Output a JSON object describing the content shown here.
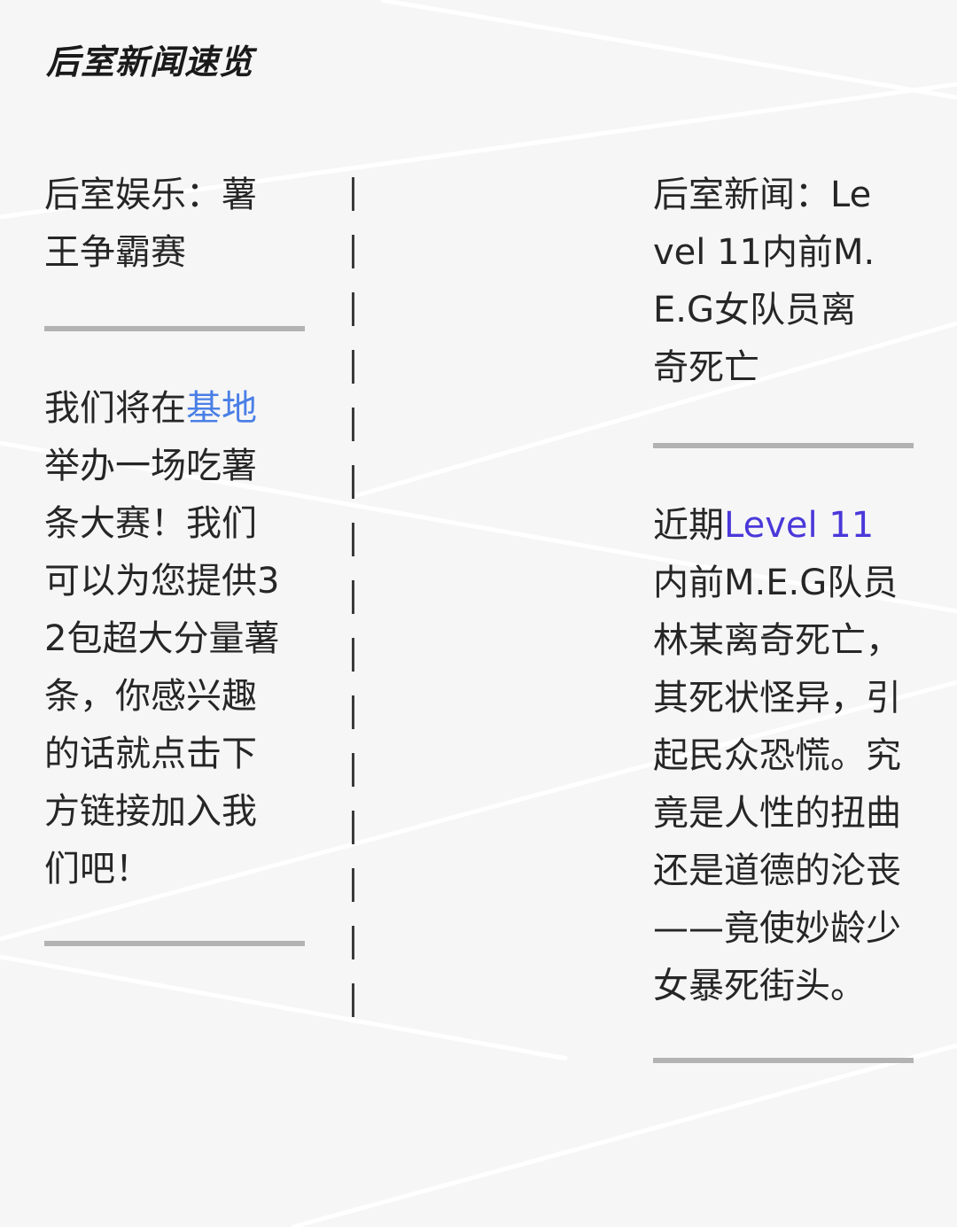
{
  "title": "后室新闻速览",
  "left": {
    "headline": "后室娱乐：薯王争霸赛",
    "body": {
      "before": "我们将在",
      "highlight": "基地",
      "after": "举办一场吃薯条大赛！我们可以为您提供32包超大分量薯条，你感兴趣的话就点击下方链接加入我们吧！"
    }
  },
  "right": {
    "headline": "后室新闻：Level 11内前M.E.G女队员离奇死亡",
    "body": {
      "before": "近期",
      "highlight": "Level 11",
      "after": "内前M.E.G队员林某离奇死亡，其死状怪异，引起民众恐慌。究竟是人性的扭曲还是道德的沦丧——竟使妙龄少女暴死街头。"
    }
  },
  "colors": {
    "background": "#f6f6f6",
    "text": "#262626",
    "highlight_blue": "#4a7fe6",
    "highlight_indigo": "#4a38d9",
    "rule": "#b3b3b3"
  }
}
